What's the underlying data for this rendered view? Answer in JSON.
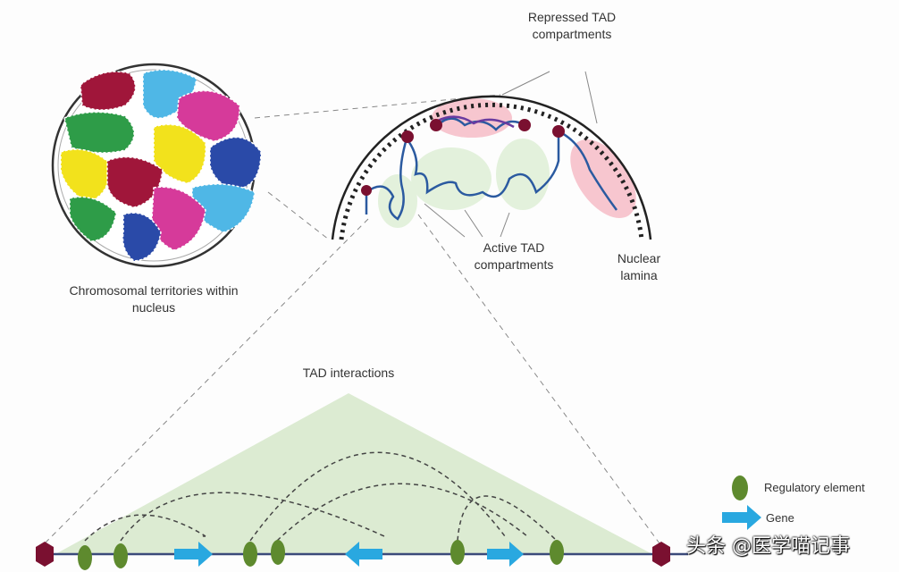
{
  "labels": {
    "territories": "Chromosomal territories within nucleus",
    "repressed": "Repressed TAD compartments",
    "active": "Active TAD compartments",
    "lamina": "Nuclear lamina",
    "tad_interactions": "TAD interactions"
  },
  "legend": {
    "regulatory": "Regulatory element",
    "gene": "Gene"
  },
  "watermark": "头条 @医学喵记事",
  "colors": {
    "hexagon": "#7a1030",
    "regulatory": "#5e8a2e",
    "gene": "#29a8e0",
    "chromatin": "#2b5aa0",
    "active_zone": "#dcefd2",
    "repressed_zone": "#f7c6cf",
    "tad_triangle": "#dcebd2"
  }
}
